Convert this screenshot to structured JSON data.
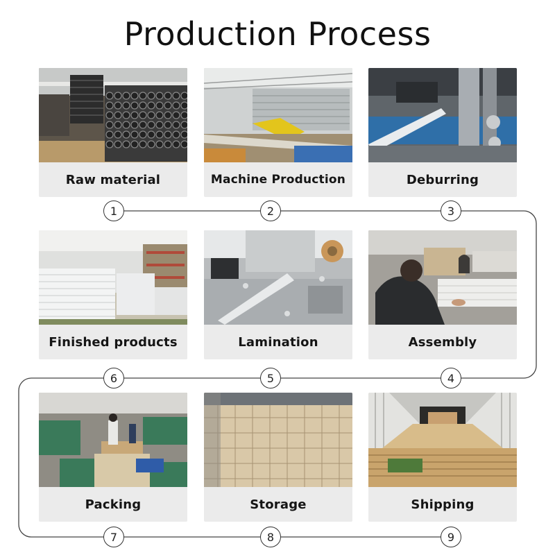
{
  "title": "Production Process",
  "steps": [
    {
      "number": "1",
      "label": "Raw material"
    },
    {
      "number": "2",
      "label": "Machine Production"
    },
    {
      "number": "3",
      "label": "Deburring"
    },
    {
      "number": "4",
      "label": "Assembly"
    },
    {
      "number": "5",
      "label": "Lamination"
    },
    {
      "number": "6",
      "label": "Finished products"
    },
    {
      "number": "7",
      "label": "Packing"
    },
    {
      "number": "8",
      "label": "Storage"
    },
    {
      "number": "9",
      "label": "Shipping"
    }
  ]
}
